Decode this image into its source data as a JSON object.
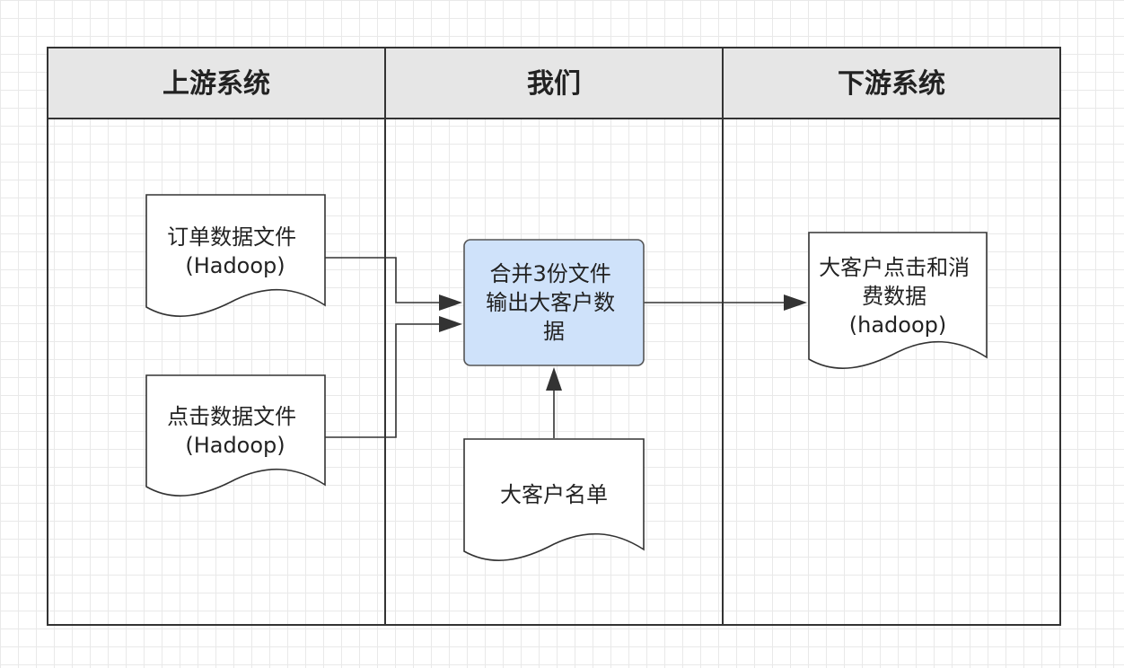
{
  "swimlanes": [
    {
      "title": "上游系统"
    },
    {
      "title": "我们"
    },
    {
      "title": "下游系统"
    }
  ],
  "nodes": {
    "order_file": {
      "lines": [
        "订单数据文件",
        "(Hadoop)"
      ]
    },
    "click_file": {
      "lines": [
        "点击数据文件",
        "(Hadoop)"
      ]
    },
    "merge_process": {
      "lines": [
        "合并3份文件",
        "输出大客户数",
        "据"
      ]
    },
    "vip_list": {
      "lines": [
        "大客户名单"
      ]
    },
    "output_data": {
      "lines": [
        "大客户点击和消",
        "费数据",
        "(hadoop)"
      ]
    }
  },
  "colors": {
    "process_fill": "#cfe2fa",
    "header_fill": "#e6e6e6",
    "line": "#333333"
  }
}
